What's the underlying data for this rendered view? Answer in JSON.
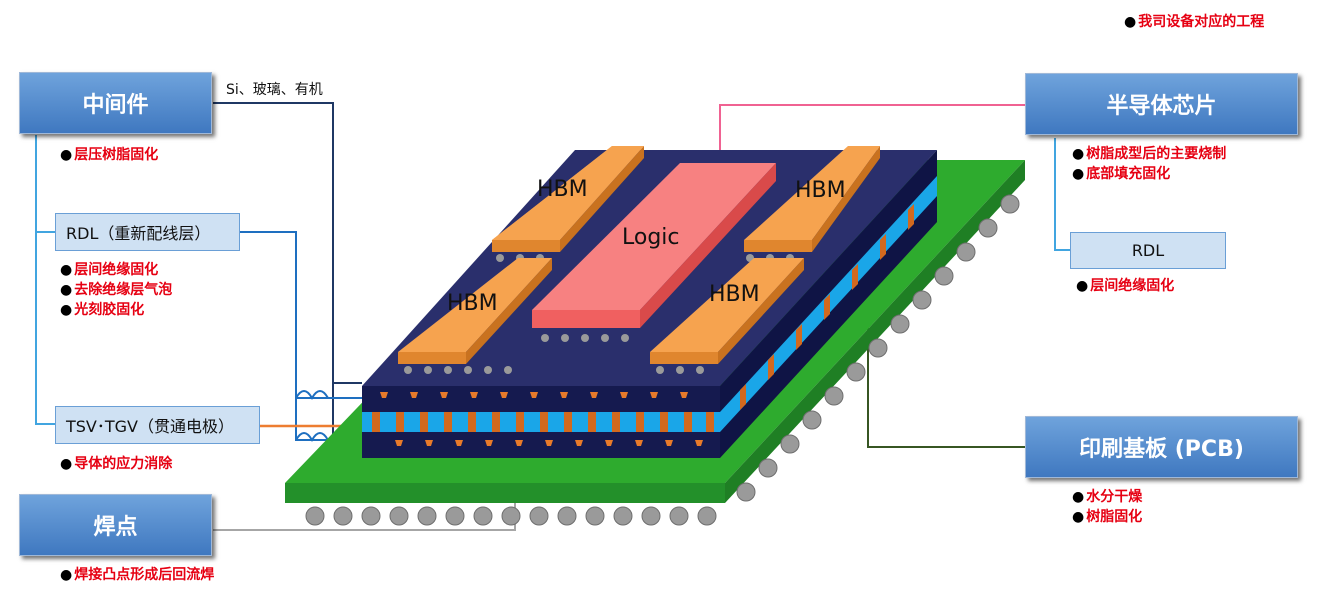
{
  "legend": "我司设备对应的工程",
  "interposer": {
    "title": "中间件",
    "material": "Si、玻璃、有机",
    "notes": [
      "层压树脂固化"
    ]
  },
  "rdl_left": {
    "label": "RDL（重新配线层）",
    "notes": [
      "层间绝缘固化",
      "去除绝缘层气泡",
      "光刻胶固化"
    ]
  },
  "tsv": {
    "label": "TSV･TGV（贯通电极）",
    "notes": [
      "导体的应力消除"
    ]
  },
  "solder": {
    "title": "焊点",
    "notes": [
      "焊接凸点形成后回流焊"
    ]
  },
  "chip": {
    "title": "半导体芯片",
    "notes": [
      "树脂成型后的主要烧制",
      "底部填充固化"
    ]
  },
  "rdl_right": {
    "label": "RDL",
    "notes": [
      "层间绝缘固化"
    ]
  },
  "pcb": {
    "title": "印刷基板 (PCB)",
    "notes": [
      "水分干燥",
      "树脂固化"
    ]
  },
  "package": {
    "hbm_label": "HBM",
    "logic_label": "Logic"
  },
  "colors": {
    "box_blue": "#4a84c8",
    "note_red": "#e60012",
    "pcb_green": "#2eab2e",
    "stack_navy": "#1a1f5a",
    "hbm_orange": "#f6a34f",
    "logic_pink": "#f78181"
  }
}
